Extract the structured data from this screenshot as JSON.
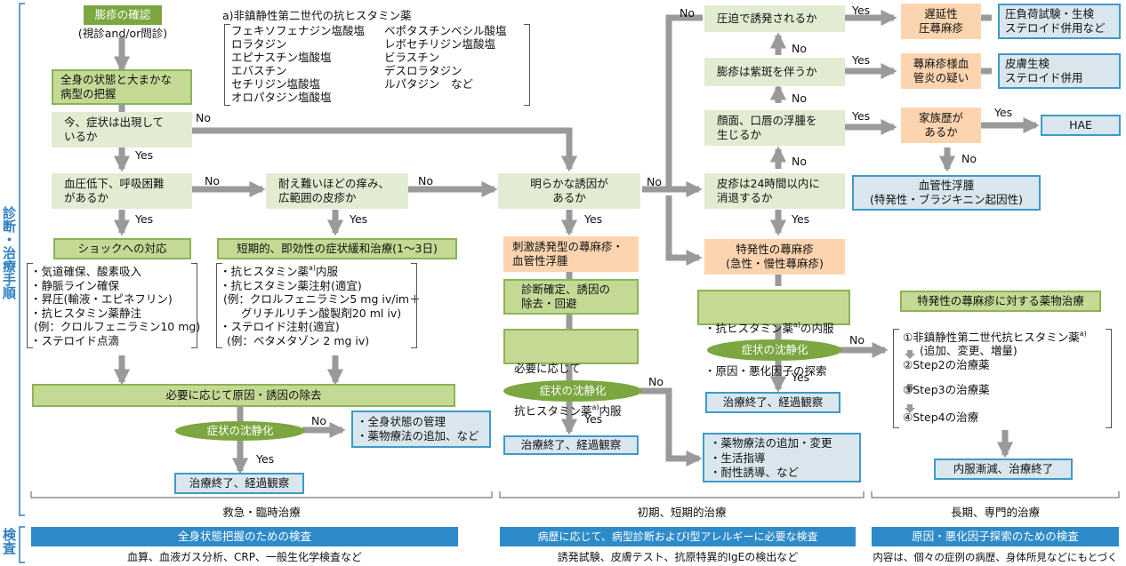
{
  "side_labels": {
    "diagnosis_treatment": "診断・治療手順",
    "examination": "検査"
  },
  "flow": {
    "confirm": "膨疹の確認",
    "confirm_sub": "(視診and/or問診)",
    "grasp": "全身の状態と大まかな\n病型の把握",
    "q_symptom_now": "今、症状は出現して\nいるか",
    "q_bp": "血圧低下、呼吸困難\nがあるか",
    "q_itch": "耐え難いほどの痒み、\n広範囲の皮疹か",
    "q_trigger": "明らかな誘因が\nあるか",
    "q_24h": "皮疹は24時間以内に\n消退するか",
    "q_face": "顔面、口唇の浮腫を\n生じるか",
    "q_purpura": "膨疹は紫斑を伴うか",
    "q_pressure": "圧迫で誘発されるか",
    "shock_header": "ショックへの対応",
    "shock_items": "・気道確保、酸素吸入\n・静脈ライン確保\n・昇圧(輸液・エピネフリン)\n・抗ヒスタミン薬静注\n (例：クロルフェニラミン10 mg)\n・ステロイド点滴",
    "short_header": "短期的、即効性の症状緩和治療(1〜3日)",
    "short_items_1": "・抗ヒスタミン薬",
    "short_items_1_sup": "a)",
    "short_items_1_tail": "内服",
    "short_items_rest": "・抗ヒスタミン薬注射(適宜)\n (例：クロルフェニラミン5 mg iv/im＋\n      グリチルリチン酸製剤20 ml iv)\n・ステロイド注射(適宜)\n  (例：ベタメタゾン 2 mg iv)",
    "remove_cause": "必要に応じて原因・誘因の除去",
    "calm": "症状の沈静化",
    "general_mgmt": "・全身状態の管理\n・薬物療法の追加、など",
    "end_observe": "治療終了、経過観察",
    "stimulus_type": "刺激誘発型の蕁麻疹・\n血管性浮腫",
    "diag_confirm": "診断確定、誘因の\n除去・回避",
    "as_needed_1": "必要に応じて",
    "as_needed_2": "抗ヒスタミン薬",
    "as_needed_sup": "a)",
    "as_needed_tail": "内服",
    "drug_add": "・薬物療法の追加・変更\n・生活指導\n・耐性誘導、など",
    "idiopathic": "特発性の蕁麻疹\n(急性・慢性蕁麻疹)",
    "antihist_oral_1": "・抗ヒスタミン薬",
    "antihist_oral_sup": "a)",
    "antihist_oral_tail": "の内服",
    "antihist_oral_2": "・原因・悪化因子の探索",
    "angioedema": "血管性浮腫\n(特発性・ブラジキニン起因性)",
    "family_history": "家族歴が\nあるか",
    "hae": "HAE",
    "vasculitis": "蕁麻疹様血\n管炎の疑い",
    "skin_biopsy": "皮膚生検\nステロイド併用",
    "delayed_pressure": "遅延性\n圧蕁麻疹",
    "pressure_test": "圧負荷試験・生検\nステロイド併用など",
    "idiopathic_drug_header": "特発性の蕁麻疹に対する薬物治療",
    "step1": "①非鎮静性第二世代抗ヒスタミン薬",
    "step1_sup": "a)",
    "step1_sub": "(追加、変更、増量)",
    "step2": "②Step2の治療薬",
    "step3": "③Step3の治療薬",
    "step4": "④Step4の治療",
    "taper_end": "内服漸減、治療終了"
  },
  "edge_labels": {
    "yes": "Yes",
    "no": "No"
  },
  "footnote": {
    "title": "a)非鎮静性第二世代の抗ヒスタミン薬",
    "col1": [
      "フェキソフェナジン塩酸塩",
      "ロラタジン",
      "エピナスチン塩酸塩",
      "エバスチン",
      "セチリジン塩酸塩",
      "オロパタジン塩酸塩"
    ],
    "col2": [
      "ベポタスチンベシル酸塩",
      "レボセチリジン塩酸塩",
      "ビラスチン",
      "デスロラタジン",
      "ルパタジン　など"
    ]
  },
  "phases": [
    {
      "label": "救急・臨時治療",
      "exam_title": "全身状態把握のための検査",
      "exam_detail": "血算、血液ガス分析、CRP、一般生化学検査など"
    },
    {
      "label": "初期、短期的治療",
      "exam_title": "病歴に応じて、病型診断およびⅠ型アレルギーに必要な検査",
      "exam_detail": "誘発試験、皮膚テスト、抗原特異的IgEの検出など"
    },
    {
      "label": "長期、専門的治療",
      "exam_title": "原因・悪化因子探索のための検査",
      "exam_detail": "内容は、個々の症例の病歴、身体所見などにもとづく"
    }
  ],
  "colors": {
    "question_fill": "#e2ecd2",
    "action_fill": "#c4d994",
    "action_border": "#8cb356",
    "header_green": "#7ba640",
    "diagnosis_fill": "#fcd5b0",
    "outcome_fill": "#d9e6ee",
    "outcome_border": "#3f9ac6",
    "exam_bar": "#2e8bc9",
    "arrow": "#9a9a9a",
    "side_label": "#2e7fc0"
  }
}
